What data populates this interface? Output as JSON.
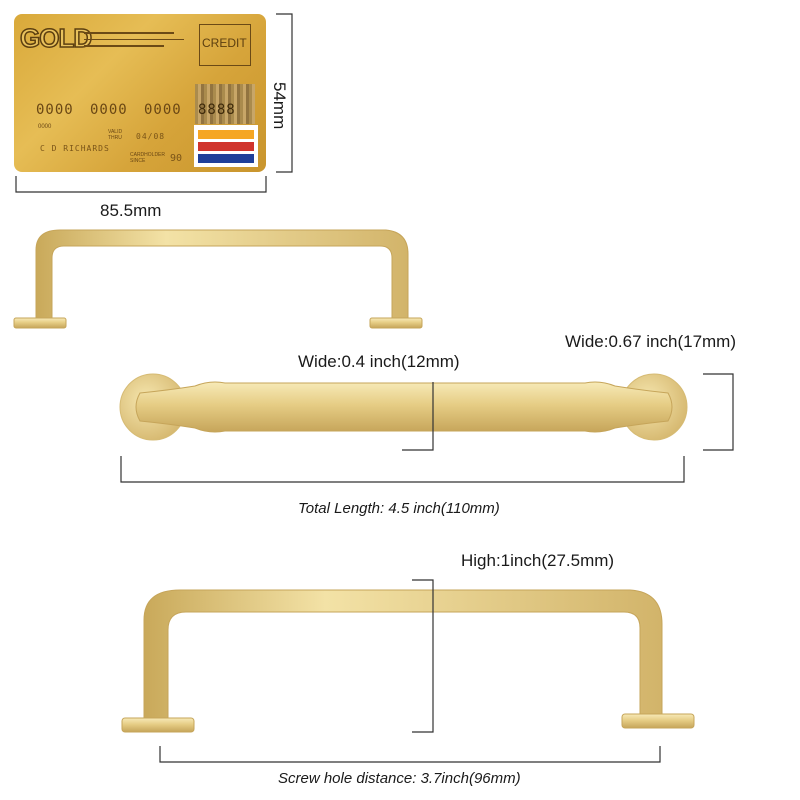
{
  "card": {
    "brand": "GOLD",
    "type_label": "CREDIT",
    "number_groups": [
      "0000",
      "0000",
      "0000"
    ],
    "hologram_digits": "8888",
    "small_number": "0000",
    "valid_thru_label": "VALID\nTHRU",
    "expiry": "04/08",
    "holder_name": "C D RICHARDS",
    "cardholder_since_label": "CARDHOLDER\nSINCE",
    "since_year": "90",
    "flag_colors": [
      "#f5a623",
      "#d0342c",
      "#1f3f99"
    ]
  },
  "dimensions": {
    "card_height": "54mm",
    "card_width": "85.5mm",
    "bar_width": "Wide:0.4 inch(12mm)",
    "base_width": "Wide:0.67 inch(17mm)",
    "total_length": "Total Length: 4.5 inch(110mm)",
    "height": "High:1inch(27.5mm)",
    "screw_distance": "Screw hole distance: 3.7inch(96mm)"
  },
  "colors": {
    "handle_light": "#f3e2a6",
    "handle_mid": "#e2c77c",
    "handle_dark": "#c9a95a",
    "dimension_line": "#333333"
  }
}
